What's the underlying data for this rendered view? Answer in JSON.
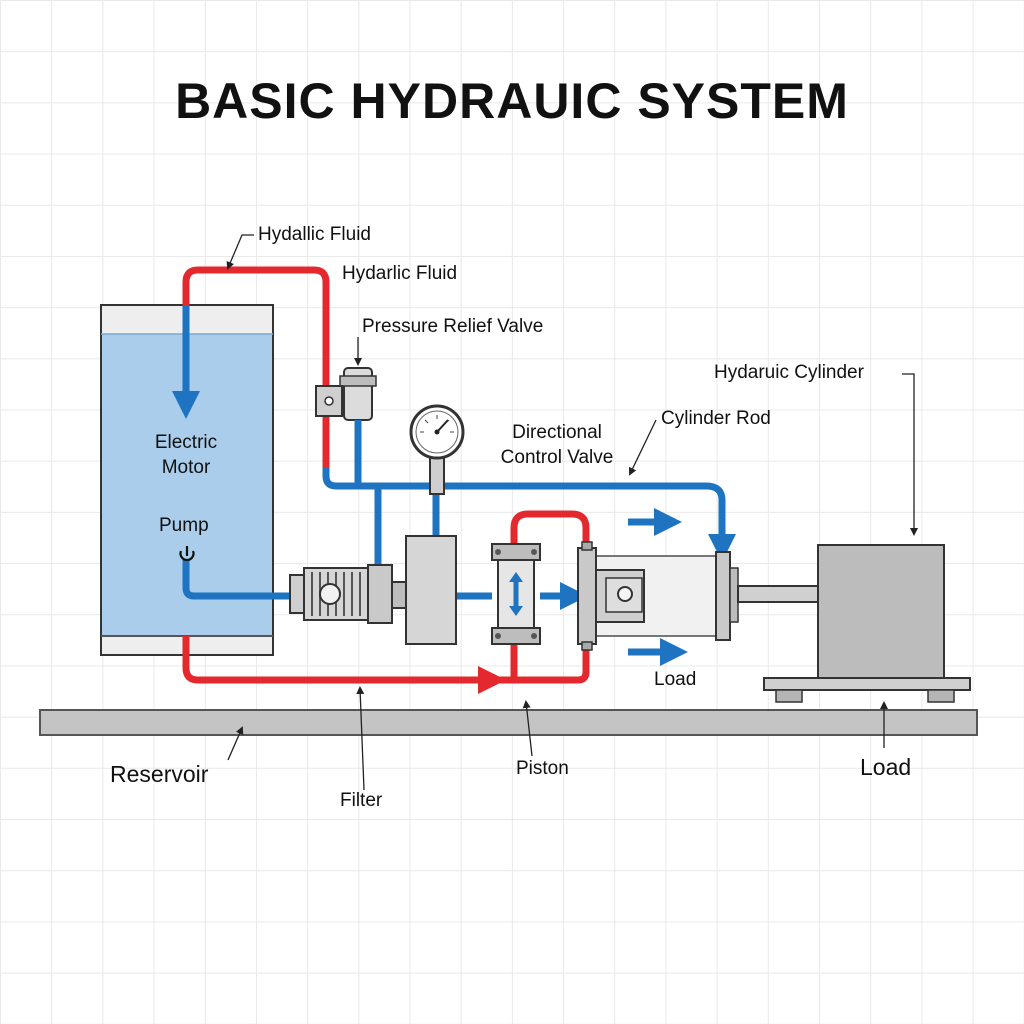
{
  "title": "BASIC HYDRAUIC SYSTEM",
  "labels": {
    "hydallic_fluid": "Hydallic Fluid",
    "hydarlic_fluid": "Hydarlic Fluid",
    "pressure_relief_valve": "Pressure Relief Valve",
    "hydaruic_cylinder": "Hydaruic Cylinder",
    "directional_control_valve_line1": "Directional",
    "directional_control_valve_line2": "Control Valve",
    "cylinder_rod": "Cylinder Rod",
    "electric_motor_line1": "Electric",
    "electric_motor_line2": "Motor",
    "pump": "Pump",
    "load_small": "Load",
    "reservoir": "Reservoir",
    "filter": "Filter",
    "piston": "Piston",
    "load_big": "Load"
  },
  "colors": {
    "pressure_line": "#e3282e",
    "return_line": "#1f74c2",
    "reservoir_fluid": "#a9cdea",
    "metal": "#c9c9c9",
    "metal_dark": "#8c8c8c",
    "outline": "#3a3a3a"
  }
}
